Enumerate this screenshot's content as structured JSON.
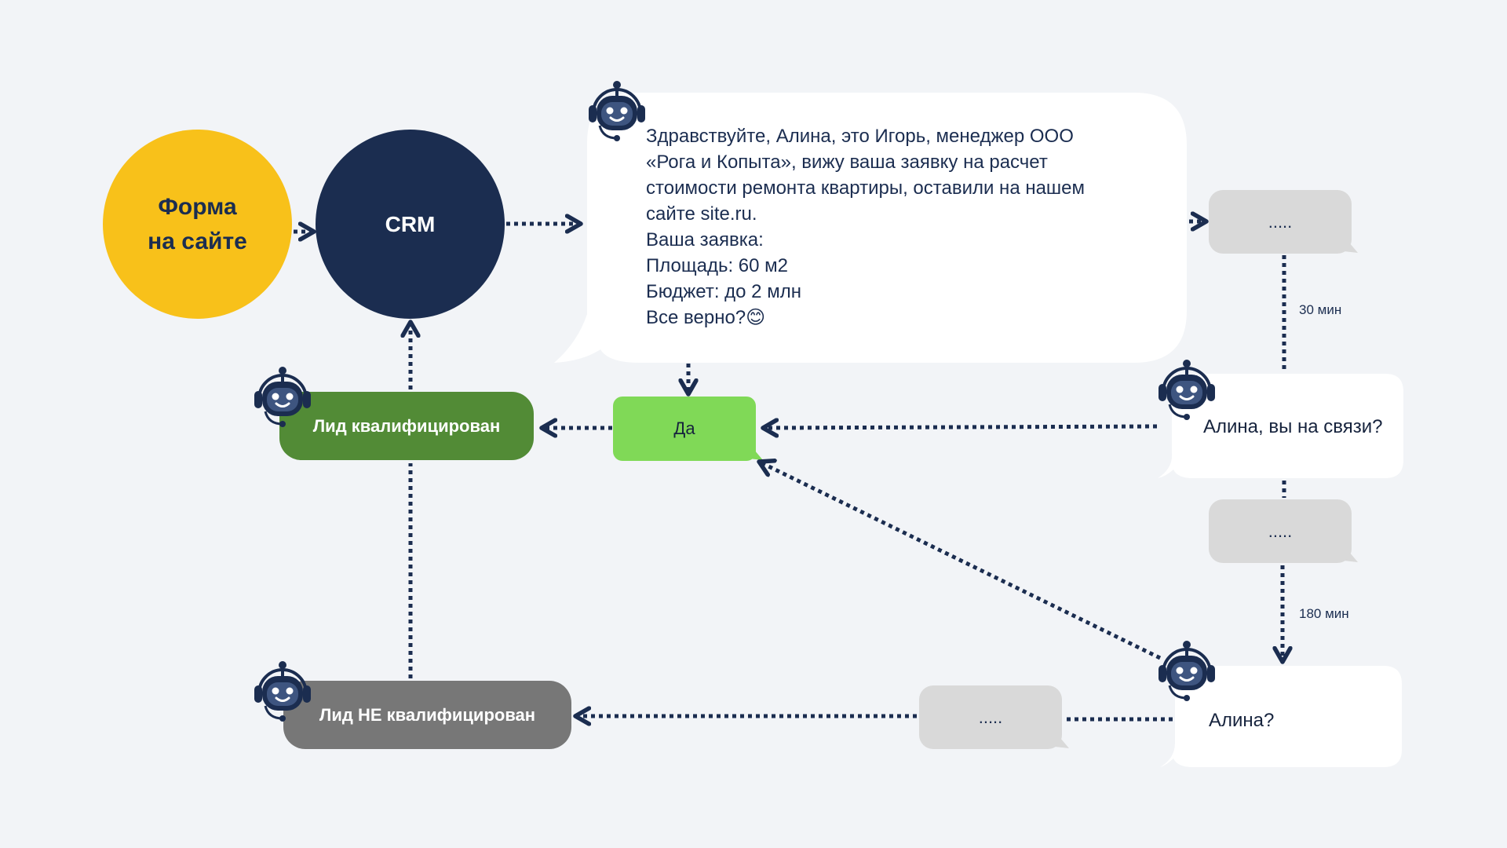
{
  "nodes": {
    "form": {
      "line1": "Форма",
      "line2": "на сайте"
    },
    "crm": {
      "label": "CRM"
    },
    "qualified": {
      "label": "Лид квалифицирован"
    },
    "not_qualified": {
      "label": "Лид НЕ квалифицирован"
    },
    "yes": {
      "label": "Да"
    }
  },
  "messages": {
    "greeting_lines": [
      "Здравствуйте, Алина, это Игорь, менеджер ООО",
      "«Рога и Копыта», вижу ваша заявку на расчет",
      "стоимости ремонта квартиры, оставили на нашем",
      "сайте site.ru.",
      "Ваша заявка:",
      "Площадь: 60 м2",
      "Бюджет: до 2 млн",
      "Все верно?😊"
    ],
    "follow_up_1": "Алина, вы на связи?",
    "follow_up_2": "Алина?",
    "typing_placeholder": "....."
  },
  "timers": {
    "first": "30 мин",
    "second": "180 мин"
  },
  "colors": {
    "navy": "#1b2d50",
    "yellow": "#f8c11a",
    "green_dark": "#528b36",
    "green_light": "#80d957",
    "gray": "#777777",
    "bubble_gray": "#d9d9d9",
    "background": "#f2f4f7"
  },
  "icons": [
    "robot-icon"
  ]
}
